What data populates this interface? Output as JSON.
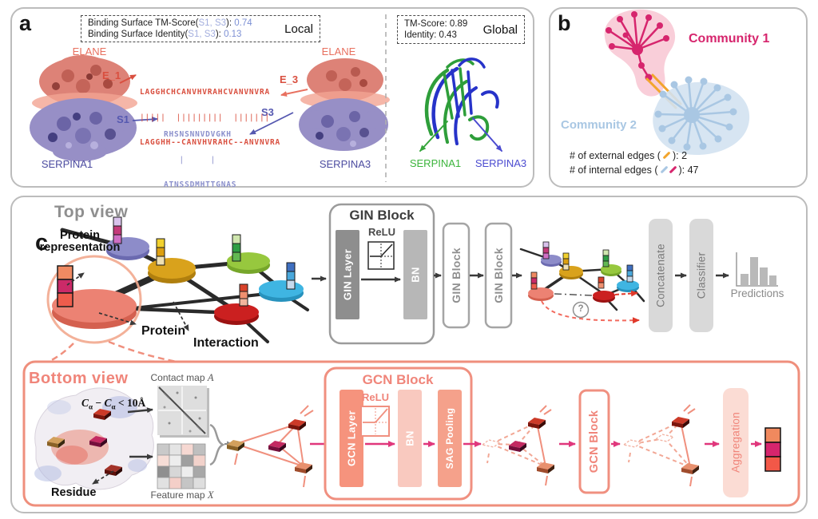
{
  "colors": {
    "panel_border": "#bcbcbc",
    "salmon_accent": "#f0857a",
    "red_text": "#d94f3f",
    "blue_text": "#4c4ca0",
    "pale_blue_text": "#a3aede",
    "value_blue": "#7d90d4",
    "crimson_community": "#d6256d",
    "community_blue": "#a9c7e3",
    "orange_edge": "#f2a52d",
    "gin_gray_dark": "#8e8e8e",
    "gin_gray_light": "#b7b7b7",
    "gcn_salmon": "#f6937d",
    "gcn_pink": "#f9c9bf",
    "magenta_arrow": "#e0377c",
    "green_label": "#3cb53c",
    "violet_label": "#4b4bd0"
  },
  "panel_a": {
    "label": "a",
    "local": {
      "l1_prefix": "Binding Surface TM-Score(",
      "l1_args": "S1, S3",
      "l1_close": "): ",
      "l1_value": "0.74",
      "l2_prefix": "Binding Surface Identity(",
      "l2_args": "S1, S3",
      "l2_close": "): ",
      "l2_value": "0.13",
      "tag": "Local"
    },
    "global": {
      "line1": "TM-Score: 0.89",
      "line2": "Identity: 0.43",
      "tag": "Global"
    },
    "elane_left": "ELANE",
    "elane_right": "ELANE",
    "e1": "E_1",
    "e3": "E_3",
    "s1": "S1",
    "s3": "S3",
    "serpina1": "SERPINA1",
    "serpina3": "SERPINA3",
    "red_alignment": {
      "top": "LAGGHCHCANVHVRAHCVANVNVRA",
      "bars": "|||||  |||||||||  |||||||",
      "bottom": "LAGGHH--CANVHVRAHC--ANVNVRA"
    },
    "blue_alignment": {
      "top": "RHSNSNNVDVGKH",
      "bars": "   |     |",
      "bottom": "ATNSSDMHTTGNAS"
    },
    "global_serpina1": "SERPINA1",
    "global_serpina3": "SERPINA3"
  },
  "panel_b": {
    "label": "b",
    "community1": "Community 1",
    "community2": "Community 2",
    "external": {
      "prefix": "# of external edges (",
      "suffix": "): 2"
    },
    "internal": {
      "prefix": "# of internal edges (",
      "suffix": "): 47"
    }
  },
  "panel_c": {
    "label": "c",
    "top_view": {
      "title": "Top view",
      "repr_line1": "Protein",
      "repr_line2": "representation",
      "protein": "Protein",
      "interaction": "Interaction",
      "gin_block_title": "GIN Block",
      "relu": "ReLU",
      "gin_layer": "GIN Layer",
      "bn": "BN",
      "gin_block_2": "GIN Block",
      "gin_block_3": "GIN Block",
      "question": "?",
      "concatenate": "Concatenate",
      "classifier": "Classifier",
      "predictions": "Predictions"
    },
    "bottom_view": {
      "title": "Bottom view",
      "contact_map_label": "Contact map ",
      "contact_map_var": "A",
      "formula_c1": "C",
      "formula_s1": "α",
      "formula_mid": " − ",
      "formula_c2": "C",
      "formula_s2": "α",
      "formula_end": " < 10Å",
      "residue": "Residue",
      "feature_map_label": "Feature map ",
      "feature_map_var": "X",
      "gcn_block_title": "GCN Block",
      "relu": "ReLU",
      "gcn_layer": "GCN Layer",
      "bn": "BN",
      "sag_pooling": "SAG Pooling",
      "gcn_block_2": "GCN Block",
      "aggregation": "Aggregation"
    }
  }
}
